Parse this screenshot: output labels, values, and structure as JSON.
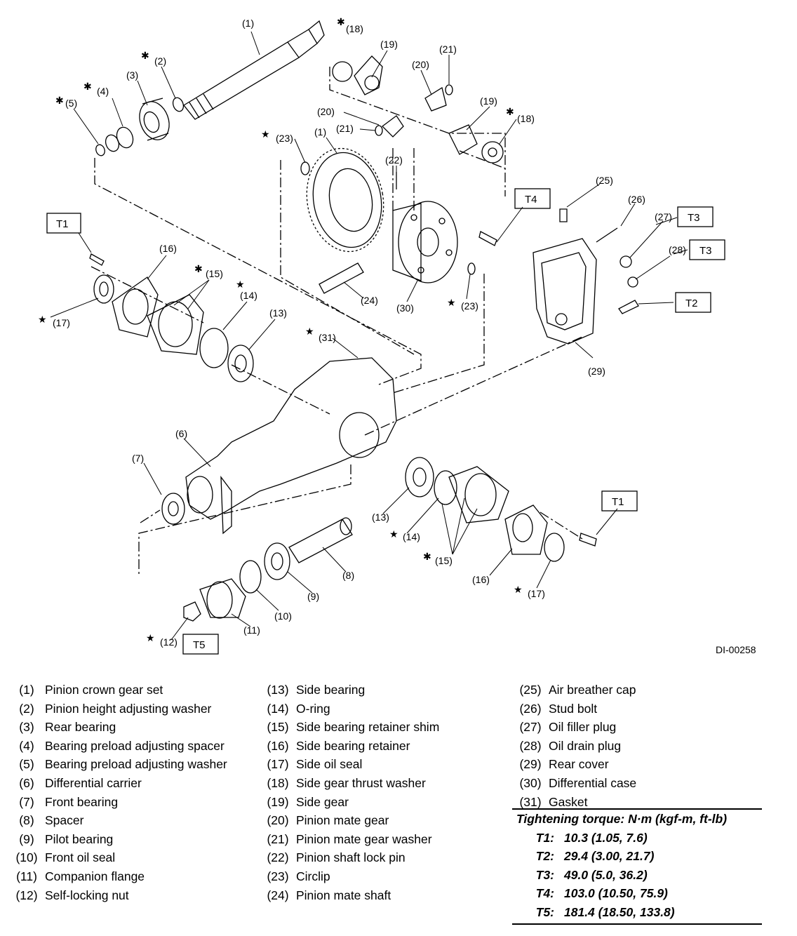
{
  "diagram": {
    "id_code": "DI-00258",
    "callouts": {
      "c1": "(1)",
      "c2": "(2)",
      "c3": "(3)",
      "c4": "(4)",
      "c5": "(5)",
      "c6": "(6)",
      "c7": "(7)",
      "c8": "(8)",
      "c9": "(9)",
      "c10": "(10)",
      "c11": "(11)",
      "c12": "(12)",
      "c13": "(13)",
      "c14": "(14)",
      "c15": "(15)",
      "c16": "(16)",
      "c17": "(17)",
      "c18": "(18)",
      "c19": "(19)",
      "c20": "(20)",
      "c21": "(21)",
      "c22": "(22)",
      "c23": "(23)",
      "c24": "(24)",
      "c25": "(25)",
      "c26": "(26)",
      "c27": "(27)",
      "c28": "(28)",
      "c29": "(29)",
      "c30": "(30)",
      "c31": "(31)"
    },
    "torque_boxes": {
      "t1": "T1",
      "t2": "T2",
      "t3": "T3",
      "t4": "T4",
      "t5": "T5"
    },
    "markers": {
      "star": "★",
      "asterisk": "✱"
    }
  },
  "legend": {
    "col1": [
      {
        "num": "(1)",
        "name": "Pinion crown gear set"
      },
      {
        "num": "(2)",
        "name": "Pinion height adjusting washer"
      },
      {
        "num": "(3)",
        "name": "Rear bearing"
      },
      {
        "num": "(4)",
        "name": "Bearing preload adjusting spacer"
      },
      {
        "num": "(5)",
        "name": "Bearing preload adjusting washer"
      },
      {
        "num": "(6)",
        "name": "Differential carrier"
      },
      {
        "num": "(7)",
        "name": "Front bearing"
      },
      {
        "num": "(8)",
        "name": "Spacer"
      },
      {
        "num": "(9)",
        "name": "Pilot bearing"
      },
      {
        "num": "(10)",
        "name": "Front oil seal"
      },
      {
        "num": "(11)",
        "name": "Companion flange"
      },
      {
        "num": "(12)",
        "name": "Self-locking nut"
      }
    ],
    "col2": [
      {
        "num": "(13)",
        "name": "Side bearing"
      },
      {
        "num": "(14)",
        "name": "O-ring"
      },
      {
        "num": "(15)",
        "name": "Side bearing retainer shim"
      },
      {
        "num": "(16)",
        "name": "Side bearing retainer"
      },
      {
        "num": "(17)",
        "name": "Side oil seal"
      },
      {
        "num": "(18)",
        "name": "Side gear thrust washer"
      },
      {
        "num": "(19)",
        "name": "Side gear"
      },
      {
        "num": "(20)",
        "name": "Pinion mate gear"
      },
      {
        "num": "(21)",
        "name": "Pinion mate gear washer"
      },
      {
        "num": "(22)",
        "name": "Pinion shaft lock pin"
      },
      {
        "num": "(23)",
        "name": "Circlip"
      },
      {
        "num": "(24)",
        "name": "Pinion mate shaft"
      }
    ],
    "col3": [
      {
        "num": "(25)",
        "name": "Air breather cap"
      },
      {
        "num": "(26)",
        "name": "Stud bolt"
      },
      {
        "num": "(27)",
        "name": "Oil filler plug"
      },
      {
        "num": "(28)",
        "name": "Oil drain plug"
      },
      {
        "num": "(29)",
        "name": "Rear cover"
      },
      {
        "num": "(30)",
        "name": "Differential case"
      },
      {
        "num": "(31)",
        "name": "Gasket"
      }
    ]
  },
  "torque": {
    "title": "Tightening torque: N·m (kgf-m, ft-lb)",
    "rows": [
      {
        "label": "T1:",
        "value": "10.3 (1.05, 7.6)"
      },
      {
        "label": "T2:",
        "value": "29.4 (3.00, 21.7)"
      },
      {
        "label": "T3:",
        "value": "49.0 (5.0, 36.2)"
      },
      {
        "label": "T4:",
        "value": "103.0 (10.50, 75.9)"
      },
      {
        "label": "T5:",
        "value": "181.4 (18.50, 133.8)"
      }
    ]
  }
}
